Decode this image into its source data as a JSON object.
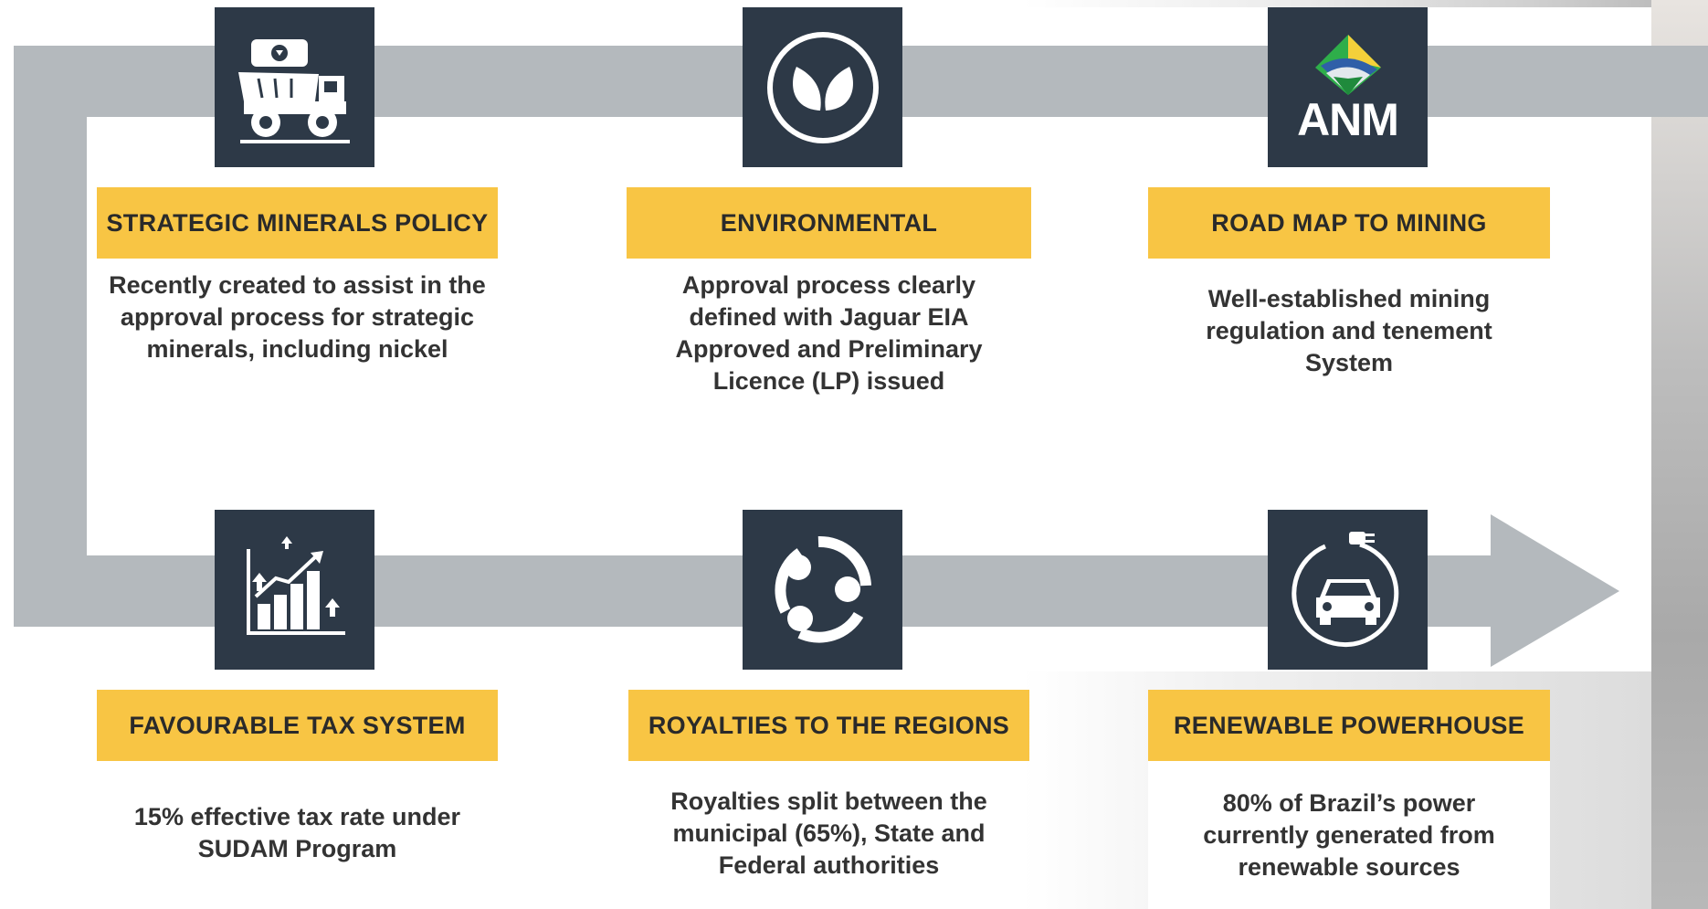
{
  "items": [
    {
      "title": "STRATEGIC MINERALS POLICY",
      "desc": "Recently created to assist in the approval process for strategic minerals, including nickel",
      "icon": "mining-truck-icon"
    },
    {
      "title": "ENVIRONMENTAL",
      "desc": "Approval process clearly defined with Jaguar EIA Approved and Preliminary Licence (LP) issued",
      "icon": "leaf-icon"
    },
    {
      "title": "ROAD MAP TO MINING",
      "desc": "Well-established mining regulation and tenement System",
      "icon": "anm-logo-icon",
      "logo_text": "ANM"
    },
    {
      "title": "FAVOURABLE TAX SYSTEM",
      "desc": "15% effective tax rate under SUDAM Program",
      "icon": "growth-chart-icon"
    },
    {
      "title": "ROYALTIES TO THE REGIONS",
      "desc": "Royalties split between the municipal (65%), State and Federal authorities",
      "icon": "people-circle-icon"
    },
    {
      "title": "RENEWABLE POWERHOUSE",
      "desc": "80% of Brazil’s power currently generated from renewable sources",
      "icon": "electric-car-icon"
    }
  ],
  "colors": {
    "icon_bg": "#2d3947",
    "label_bg": "#f8c544",
    "arrow": "#b4b9bd",
    "text": "#333333"
  }
}
